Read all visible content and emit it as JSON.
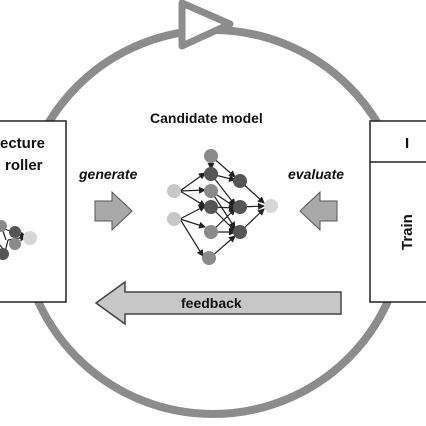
{
  "diagram": {
    "candidate_title": "Candidate model",
    "generate_label": "generate",
    "evaluate_label": "evaluate",
    "feedback_label": "feedback",
    "left_box_line1": "ecture",
    "left_box_line2": "roller",
    "right_box_header": "I",
    "right_box_body": "Train"
  },
  "colors": {
    "cycle_ring": "#8c8c8c",
    "arrow_fill": "#a9a9a9",
    "node_dark": "#555555",
    "node_mid": "#8a8a8a",
    "node_light": "#c8c8c8",
    "box_border": "#222222"
  }
}
